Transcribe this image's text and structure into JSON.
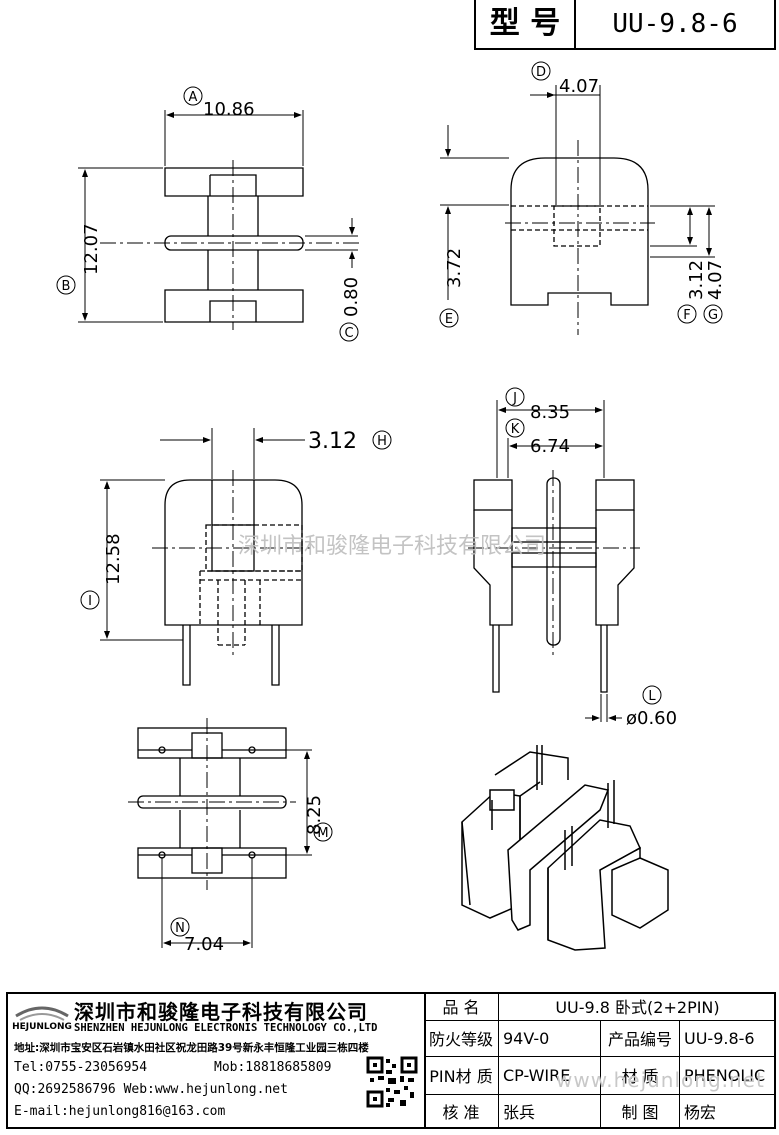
{
  "header": {
    "model_label": "型 号",
    "model_value": "UU-9.8-6"
  },
  "dimensions": {
    "A": {
      "letter": "A",
      "value": "10.86"
    },
    "B": {
      "letter": "B",
      "value": "12.07"
    },
    "C": {
      "letter": "C",
      "value": "0.80"
    },
    "D": {
      "letter": "D",
      "value": "4.07"
    },
    "E": {
      "letter": "E",
      "value": "3.72"
    },
    "F": {
      "letter": "F",
      "value": "3.12"
    },
    "G": {
      "letter": "G",
      "value": "4.07"
    },
    "H": {
      "letter": "H",
      "value": "3.12"
    },
    "I": {
      "letter": "I",
      "value": "12.58"
    },
    "J": {
      "letter": "J",
      "value": "8.35"
    },
    "K": {
      "letter": "K",
      "value": "6.74"
    },
    "L": {
      "letter": "L",
      "value": "ø0.60"
    },
    "M": {
      "letter": "M",
      "value": "8.25"
    },
    "N": {
      "letter": "N",
      "value": "7.04"
    }
  },
  "watermark": {
    "center": "深圳市和骏隆电子科技有限公司",
    "footer": "www.hejunlong.net"
  },
  "company": {
    "logo_text": "HEJUNLONG",
    "name_cn": "深圳市和骏隆电子科技有限公司",
    "name_en": "SHENZHEN HEJUNLONG ELECTRONIS TECHNOLOGY CO.,LTD",
    "address": "地址:深圳市宝安区石岩镇水田社区祝龙田路39号新永丰恒隆工业园三栋四楼",
    "tel": "Tel:0755-23056954",
    "mob": "Mob:18818685809",
    "qq_web": "QQ:2692586796 Web:www.hejunlong.net",
    "email": "E-mail:hejunlong816@163.com"
  },
  "spec_table": {
    "product_name_label": "品 名",
    "product_name_value": "UU-9.8 卧式(2+2PIN)",
    "fire_rating_label": "防火等级",
    "fire_rating_value": "94V-0",
    "product_code_label": "产品编号",
    "product_code_value": "UU-9.8-6",
    "pin_material_label": "PIN材 质",
    "pin_material_value": "CP-WIRE",
    "material_label": "材 质",
    "material_value": "PHENOLIC",
    "review_label": "核 准",
    "review_value": "张兵",
    "drawing_label": "制 图",
    "drawing_value": "杨宏"
  }
}
